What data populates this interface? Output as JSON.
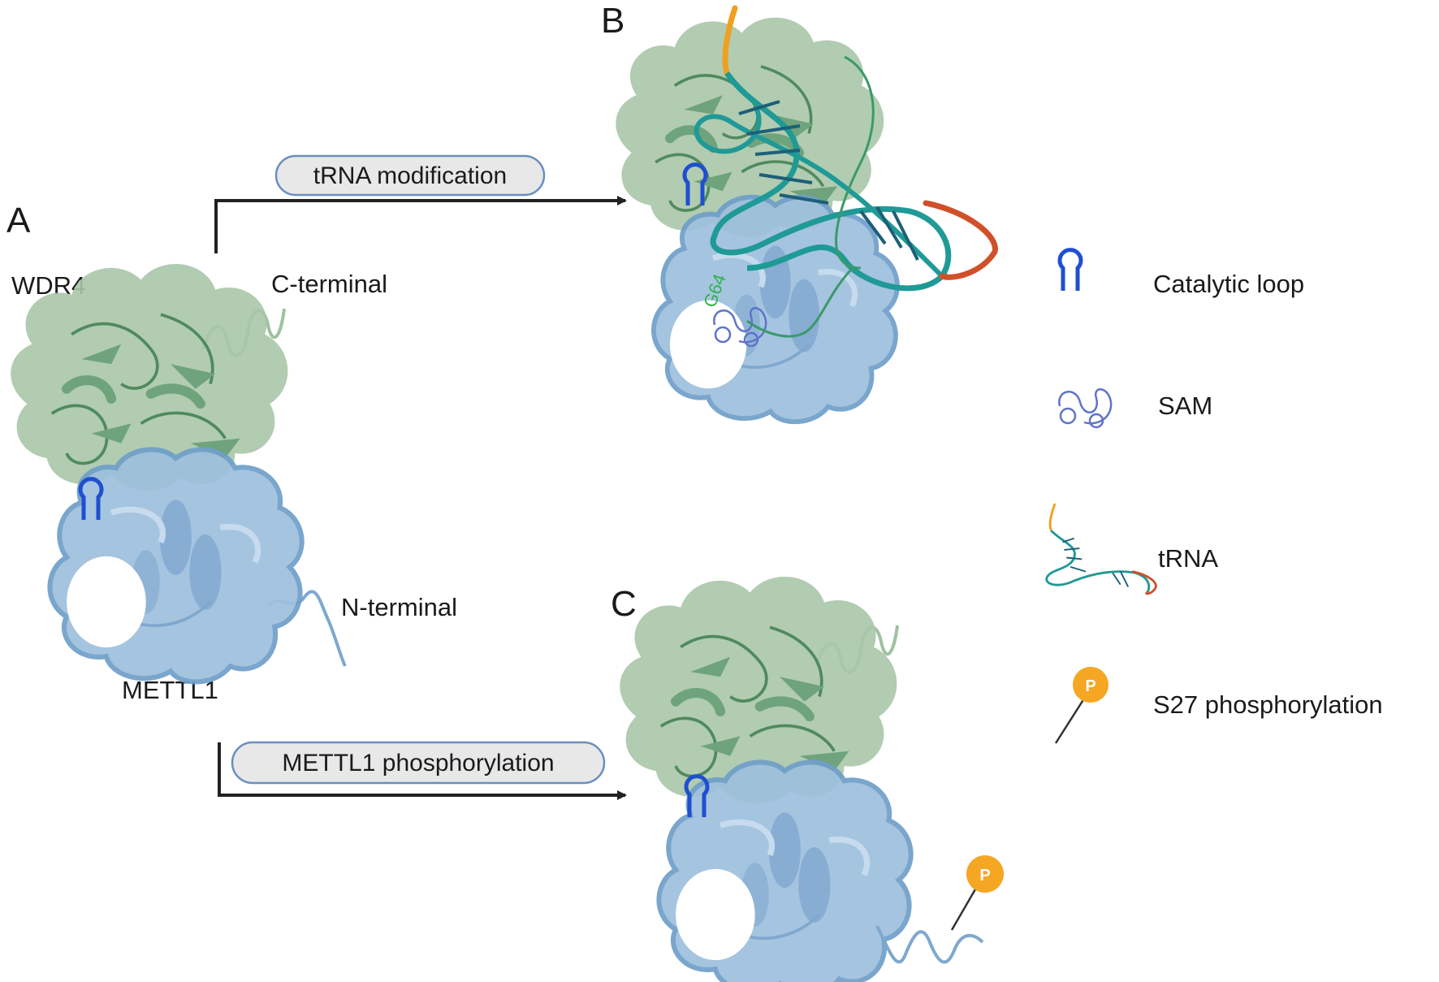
{
  "panels": {
    "a": "A",
    "b": "B",
    "c": "C"
  },
  "labels": {
    "wdr4": "WDR4",
    "c_terminal": "C-terminal",
    "n_terminal": "N-terminal",
    "mettl1": "METTL1",
    "g64": "G64",
    "phospho_p": "P"
  },
  "arrows": {
    "top": "tRNA modification",
    "bottom": "METTL1 phosphorylation"
  },
  "legend": [
    {
      "icon": "catalytic-loop-icon",
      "label": "Catalytic loop"
    },
    {
      "icon": "sam-icon",
      "label": "SAM"
    },
    {
      "icon": "trna-icon",
      "label": "tRNA"
    },
    {
      "icon": "phosphate-icon",
      "label": "S27 phosphorylation"
    }
  ],
  "colors": {
    "wdr4_green": "#9fbf9f",
    "wdr4_dark": "#5f9a70",
    "mettl1_blue": "#9ec0dd",
    "mettl1_edge": "#6f9fc9",
    "loop_blue": "#1f4fd0",
    "trna_teal": "#1f9a96",
    "trna_dark": "#1d5f78",
    "trna_orange": "#f0a020",
    "trna_red": "#d0502a",
    "phosphate": "#f5a623",
    "g64_green": "#2fb34a"
  }
}
